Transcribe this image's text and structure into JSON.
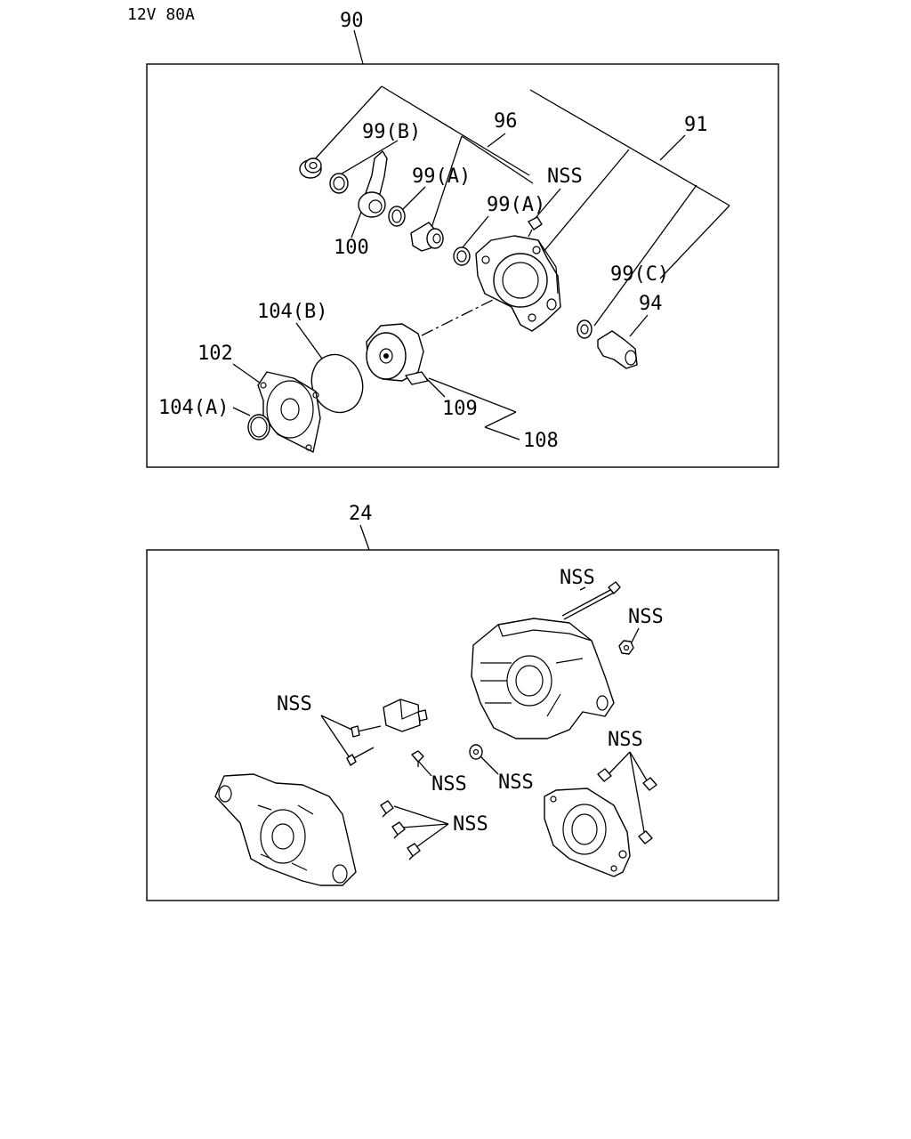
{
  "header": {
    "spec": "12V 80A"
  },
  "upper_group": {
    "ref": "90",
    "labels": {
      "l99b": "99(B)",
      "l96": "96",
      "l91": "91",
      "l99a_1": "99(A)",
      "l99a_2": "99(A)",
      "lnss": "NSS",
      "l100": "100",
      "l99c": "99(C)",
      "l94": "94",
      "l104b": "104(B)",
      "l102": "102",
      "l104a": "104(A)",
      "l109": "109",
      "l108": "108"
    }
  },
  "lower_group": {
    "ref": "24",
    "labels": {
      "nss_bolt": "NSS",
      "nss_nut": "NSS",
      "nss_screws": "NSS",
      "nss_small1": "NSS",
      "nss_small2": "NSS",
      "nss_right": "NSS",
      "nss_group": "NSS"
    }
  }
}
